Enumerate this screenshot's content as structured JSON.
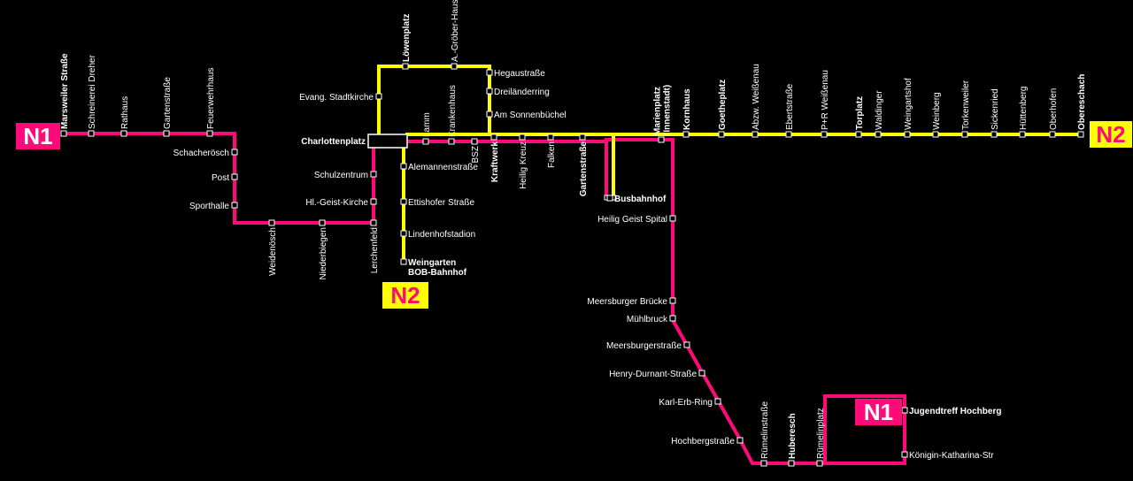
{
  "colors": {
    "n1": "#ff0a78",
    "n2": "#ffff00",
    "background": "#000000",
    "text": "#ffffff",
    "stop_fill": "#000000"
  },
  "lines": [
    {
      "id": "n1",
      "name": "N1",
      "color": "#ff0a78"
    },
    {
      "id": "n2",
      "name": "N2",
      "color": "#ffff00"
    }
  ],
  "badges": [
    {
      "id": "n1-west",
      "text": "N1",
      "bg": "#ff0a78",
      "fg": "#ffffff"
    },
    {
      "id": "n2-east",
      "text": "N2",
      "bg": "#ffff00",
      "fg": "#ff0a78"
    },
    {
      "id": "n2-south",
      "text": "N2",
      "bg": "#ffff00",
      "fg": "#ff0a78"
    },
    {
      "id": "n1-hochberg",
      "text": "N1",
      "bg": "#ff0a78",
      "fg": "#ffffff"
    }
  ],
  "stops": [
    {
      "id": "marsweiler",
      "name": "Marsweiler Straße",
      "major": true
    },
    {
      "id": "schreinerei",
      "name": "Schreinerei Dreher",
      "major": false
    },
    {
      "id": "rathaus",
      "name": "Rathaus",
      "major": false
    },
    {
      "id": "gartenstr-w",
      "name": "Gartenstraße",
      "major": false
    },
    {
      "id": "feuerwehrhaus",
      "name": "Feuerwehrhaus",
      "major": false
    },
    {
      "id": "schacheroesch",
      "name": "Schacherösch",
      "major": false
    },
    {
      "id": "post",
      "name": "Post",
      "major": false
    },
    {
      "id": "sporthalle",
      "name": "Sporthalle",
      "major": false
    },
    {
      "id": "weidenoesch",
      "name": "Weidenösch",
      "major": false
    },
    {
      "id": "niederbiegen",
      "name": "Niederbiegen",
      "major": false
    },
    {
      "id": "lerchenfeld",
      "name": "Lerchenfeld",
      "major": false
    },
    {
      "id": "hlgeist",
      "name": "Hl.-Geist-Kirche",
      "major": false
    },
    {
      "id": "schulzentrum",
      "name": "Schulzentrum",
      "major": false
    },
    {
      "id": "charlottenplatz",
      "name": "Charlottenplatz",
      "major": true
    },
    {
      "id": "stadtkirche",
      "name": "Evang. Stadtkirche",
      "major": false
    },
    {
      "id": "loewenplatz",
      "name": "Löwenplatz",
      "major": true
    },
    {
      "id": "groeberhaus",
      "name": "A.-Gröber-Haus",
      "major": false
    },
    {
      "id": "hegaustr",
      "name": "Hegaustraße",
      "major": false
    },
    {
      "id": "dreilaenderring",
      "name": "Dreiländerring",
      "major": false
    },
    {
      "id": "sonnenbuechel",
      "name": "Am Sonnenbüchel",
      "major": false
    },
    {
      "id": "alemannenstr",
      "name": "Alemannenstraße",
      "major": false
    },
    {
      "id": "ettishofer",
      "name": "Ettishofer Straße",
      "major": false
    },
    {
      "id": "lindenhof",
      "name": "Lindenhofstadion",
      "major": false
    },
    {
      "id": "weingarten-bob",
      "name": "Weingarten\nBOB-Bahnhof",
      "major": true
    },
    {
      "id": "lamm",
      "name": "Lamm",
      "major": false
    },
    {
      "id": "krankenhaus",
      "name": "Krankenhaus",
      "major": false
    },
    {
      "id": "bsz",
      "name": "BSZ",
      "major": false
    },
    {
      "id": "kraftwerk",
      "name": "Kraftwerk",
      "major": true
    },
    {
      "id": "heiligkreuz",
      "name": "Heilig Kreuz",
      "major": false
    },
    {
      "id": "falken",
      "name": "Falken",
      "major": false
    },
    {
      "id": "gartenstr-e",
      "name": "Gartenstraße",
      "major": true
    },
    {
      "id": "busbahnhof",
      "name": "Busbahnhof",
      "major": true
    },
    {
      "id": "marienplatz",
      "name": "Marienplatz\n(Innenstadt)",
      "major": true
    },
    {
      "id": "kornhaus",
      "name": "Kornhaus",
      "major": true
    },
    {
      "id": "goetheplatz",
      "name": "Goetheplatz",
      "major": true
    },
    {
      "id": "abzw",
      "name": "Abzw. Weißenau",
      "major": false
    },
    {
      "id": "ebertstr",
      "name": "Ebertstraße",
      "major": false
    },
    {
      "id": "pr-weissenau",
      "name": "P+R Weißenau",
      "major": false
    },
    {
      "id": "torplatz",
      "name": "Torplatz",
      "major": true
    },
    {
      "id": "waldinger",
      "name": "Waldinger",
      "major": false
    },
    {
      "id": "weingartshof",
      "name": "Weingartshof",
      "major": false
    },
    {
      "id": "weinberg",
      "name": "Weinberg",
      "major": false
    },
    {
      "id": "torkenweiler",
      "name": "Torkenweiler",
      "major": false
    },
    {
      "id": "sickenried",
      "name": "Sickenried",
      "major": false
    },
    {
      "id": "huettenberg",
      "name": "Hüttenberg",
      "major": false
    },
    {
      "id": "oberhofen",
      "name": "Oberhofen",
      "major": false
    },
    {
      "id": "obereschach",
      "name": "Obereschach",
      "major": true
    },
    {
      "id": "heiliggeistspital",
      "name": "Heilig Geist Spital",
      "major": false
    },
    {
      "id": "meersburger-bruecke",
      "name": "Meersburger Brücke",
      "major": false
    },
    {
      "id": "muehlbruck",
      "name": "Mühlbruck",
      "major": false
    },
    {
      "id": "meersburgerstr",
      "name": "Meersburgerstraße",
      "major": false
    },
    {
      "id": "henry-durnant",
      "name": "Henry-Durnant-Straße",
      "major": false
    },
    {
      "id": "karl-erb",
      "name": "Karl-Erb-Ring",
      "major": false
    },
    {
      "id": "hochbergstr",
      "name": "Hochbergstraße",
      "major": false
    },
    {
      "id": "ruemelinstr",
      "name": "Rümelinstraße",
      "major": false
    },
    {
      "id": "huberesch",
      "name": "Huberesch",
      "major": true
    },
    {
      "id": "ruemelinplatz",
      "name": "Rümelinplatz",
      "major": false
    },
    {
      "id": "koenigin",
      "name": "Königin-Katharina-Str",
      "major": false
    },
    {
      "id": "jugendtreff",
      "name": "Jugendtreff Hochberg",
      "major": true
    }
  ]
}
